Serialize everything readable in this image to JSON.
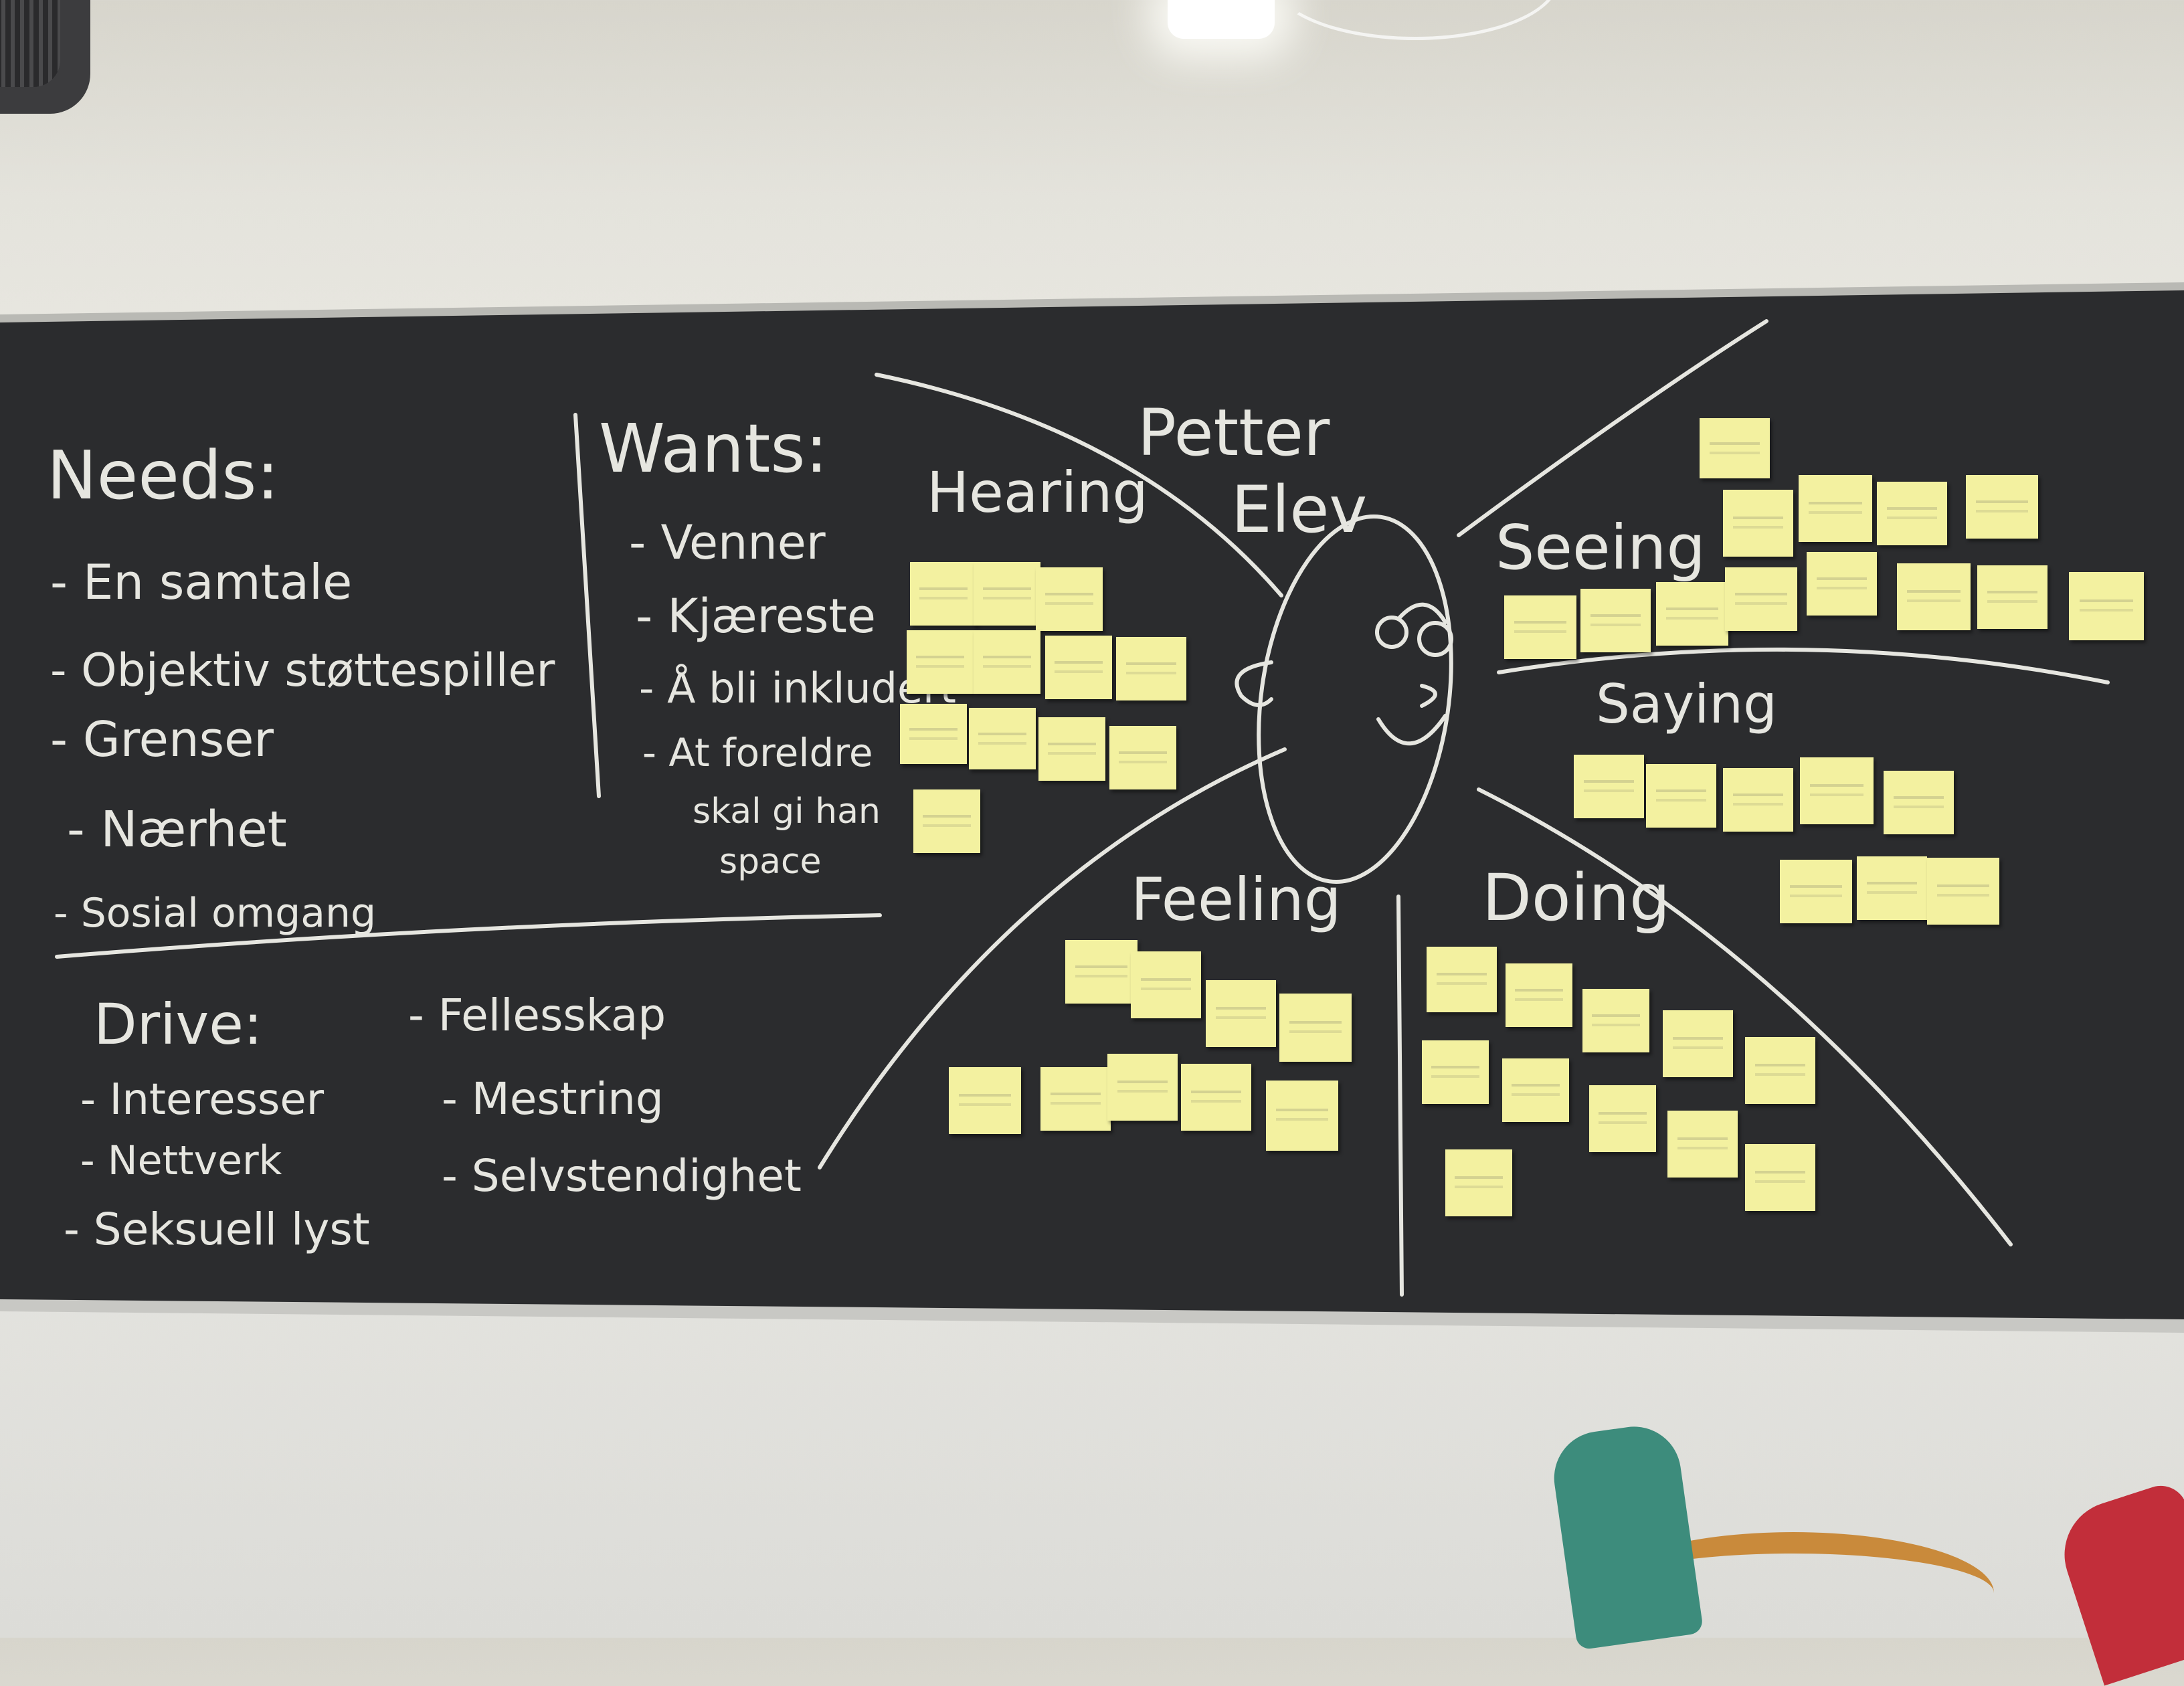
{
  "board": {
    "needs": {
      "heading": "Needs:",
      "items": [
        "- En samtale",
        "- Objektiv støttespiller",
        "- Grenser",
        "- Nærhet",
        "- Sosial omgang"
      ]
    },
    "wants": {
      "heading": "Wants:",
      "items": [
        "- Venner",
        "- Kjæreste",
        "- Å bli inkludert",
        "- At foreldre",
        "skal gi han",
        "space"
      ]
    },
    "drive": {
      "heading": "Drive:",
      "left_items": [
        "- Interesser",
        "- Nettverk",
        "- Seksuell lyst"
      ],
      "right_items": [
        "- Fellesskap",
        "- Mestring",
        "- Selvstendighet"
      ]
    },
    "persona": {
      "name": "Petter",
      "role": "Elev"
    },
    "quadrants": {
      "hearing": "Hearing",
      "seeing": "Seeing",
      "saying": "Saying",
      "feeling": "Feeling",
      "doing": "Doing"
    }
  },
  "colors": {
    "chalkboard": "#2b2c2e",
    "chalk": "#e6e6e0",
    "sticky_note": "#f3f1a0",
    "wall": "#e9e8e3"
  }
}
